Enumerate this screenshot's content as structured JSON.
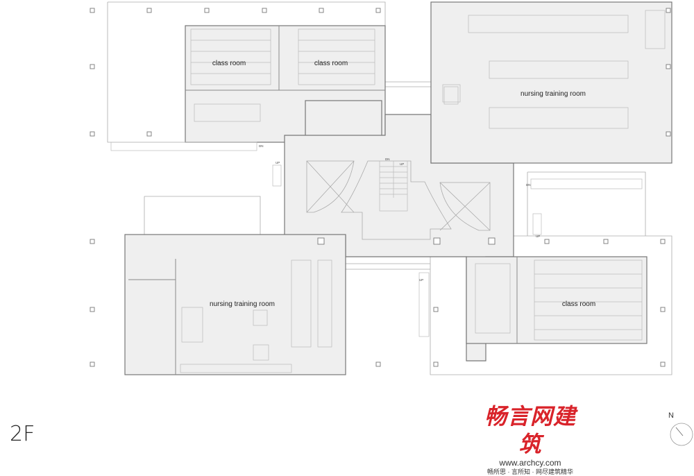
{
  "floor_label": "2F",
  "rooms": {
    "classroom_1": "class room",
    "classroom_2": "class room",
    "nursing_top": "nursing training room",
    "nursing_bottom": "nursing training room",
    "classroom_3": "class room"
  },
  "stair_labels": {
    "dn": "DN",
    "up": "UP"
  },
  "compass": {
    "north": "N"
  },
  "logo": {
    "mark": "畅言网建筑",
    "url": "www.archcy.com",
    "slogan": "畅所思 · 言所知 · 网尽建筑精华"
  },
  "colors": {
    "logo_red": "#d9232a",
    "floor_fill": "#efefef"
  }
}
